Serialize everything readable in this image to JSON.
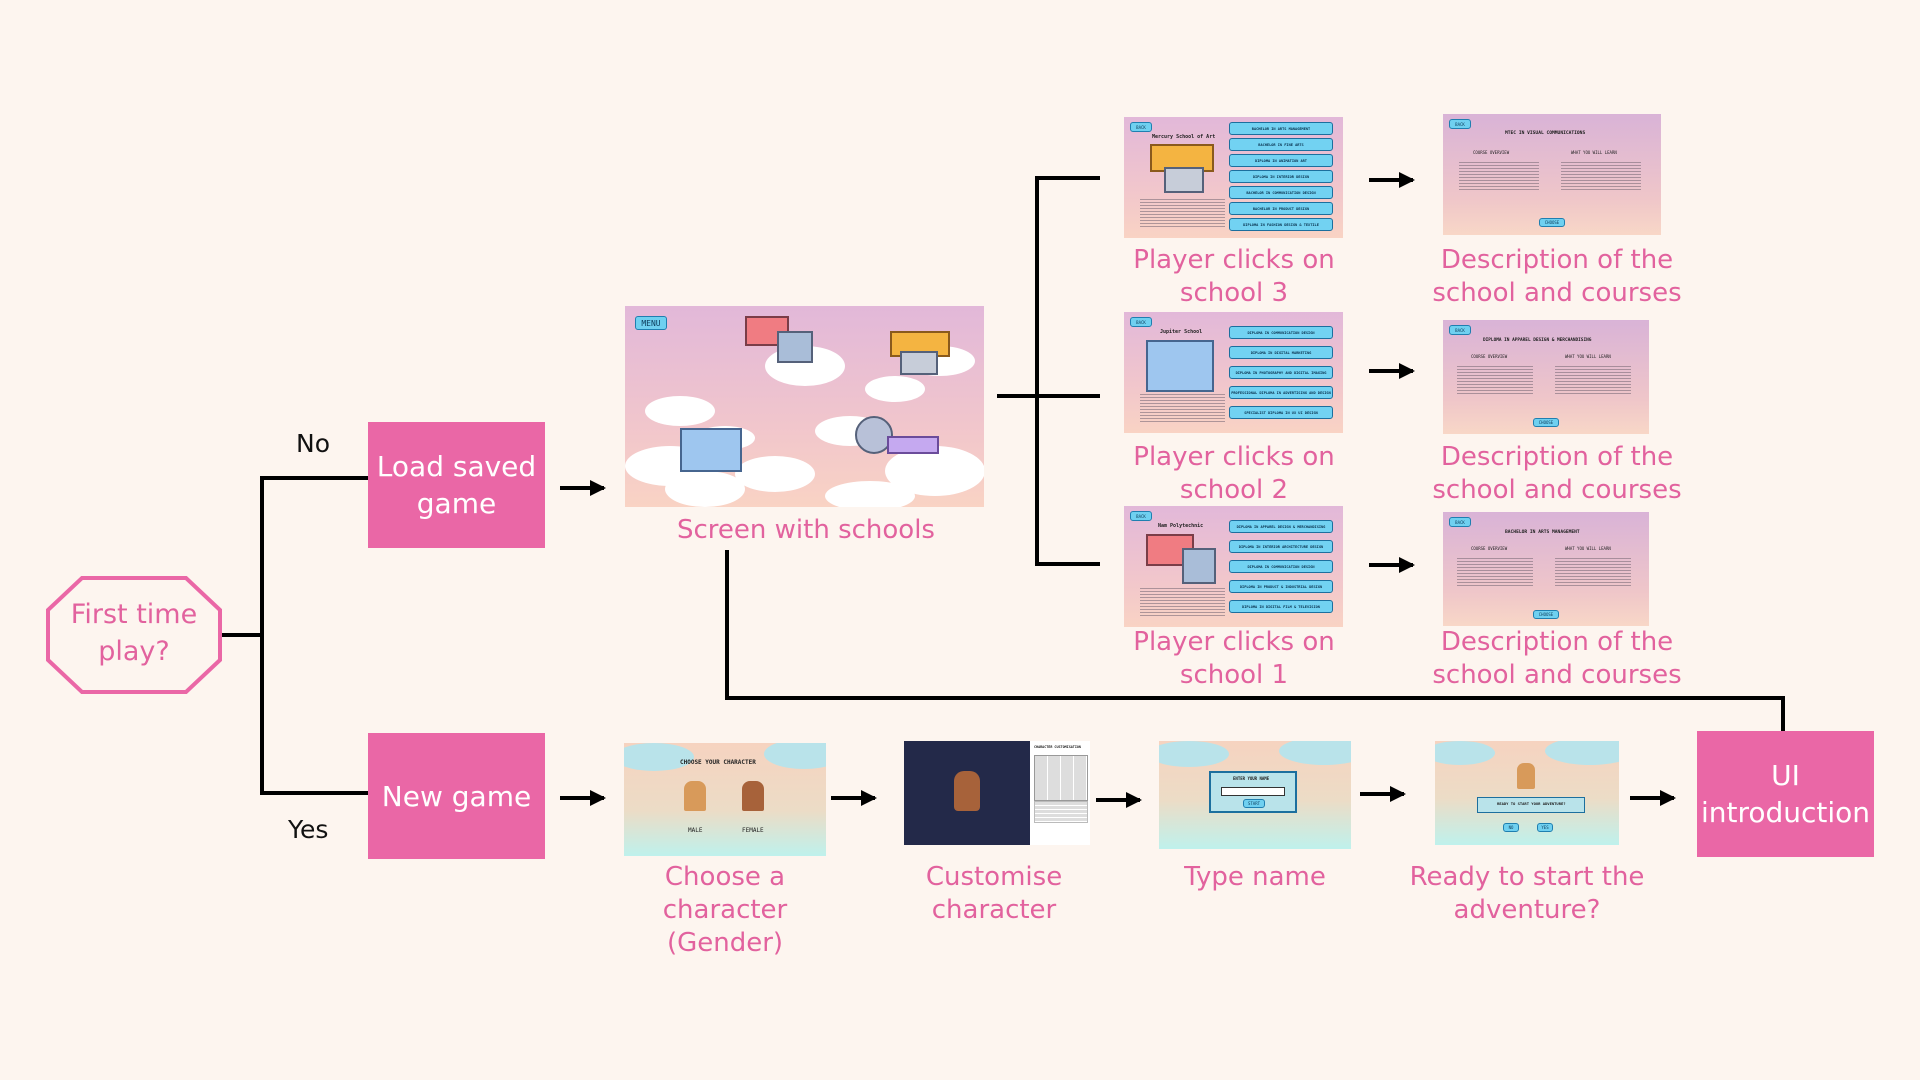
{
  "start": {
    "label": "First time play?"
  },
  "branches": {
    "no": "No",
    "yes": "Yes"
  },
  "process": {
    "load_saved": "Load saved game",
    "new_game": "New game",
    "ui_intro": "UI introduction"
  },
  "captions": {
    "schools_screen": "Screen with schools",
    "school3": "Player clicks on school 3",
    "school2": "Player clicks on school 2",
    "school1": "Player clicks on school 1",
    "desc3": "Description of the school and courses",
    "desc2": "Description of the school and courses",
    "desc1": "Description of the school and courses",
    "choose_char": "Choose a character (Gender)",
    "customise": "Customise character",
    "type_name": "Type name",
    "ready": "Ready to start the adventure?"
  },
  "screens": {
    "menu_btn": "MENU",
    "back": "BACK",
    "choose": "CHOOSE",
    "school3": {
      "name": "Mercury School of Art",
      "courses": [
        "BACHELOR IN ARTS MANAGEMENT",
        "BACHELOR IN FINE ARTS",
        "DIPLOMA IN ANIMATION ART",
        "DIPLOMA IN INTERIOR DESIGN",
        "BACHELOR IN COMMUNICATION DESIGN",
        "BACHELOR IN PRODUCT DESIGN",
        "DIPLOMA IN FASHION DESIGN & TEXTILE"
      ]
    },
    "school2": {
      "name": "Jupiter School",
      "courses": [
        "DIPLOMA IN COMMUNICATION DESIGN",
        "DIPLOMA IN DIGITAL MARKETING",
        "DIPLOMA IN PHOTOGRAPHY AND DIGITAL IMAGING",
        "PROFESSIONAL DIPLOMA IN ADVERTISING AND DESIGN",
        "SPECIALIST DIPLOMA IN UX UI DESIGN"
      ]
    },
    "school1": {
      "name": "Nam Polytechnic",
      "courses": [
        "DIPLOMA IN APPAREL DESIGN & MERCHANDISING",
        "DIPLOMA IN INTERIOR ARCHITECTURE DESIGN",
        "DIPLOMA IN COMMUNICATION DESIGN",
        "DIPLOMA IN PRODUCT & INDUSTRIAL DESIGN",
        "DIPLOMA IN DIGITAL FILM & TELEVISION"
      ]
    },
    "desc3_title": "MTEC IN VISUAL COMMUNICATIONS",
    "desc2_title": "DIPLOMA IN APPAREL DESIGN & MERCHANDISING",
    "desc1_title": "BACHELOR IN ARTS MANAGEMENT",
    "course_overview": "COURSE OVERVIEW",
    "what_learn": "WHAT YOU WILL LEARN",
    "choose_title": "CHOOSE YOUR CHARACTER",
    "male": "MALE",
    "female": "FEMALE",
    "customisation_title": "CHARACTER CUSTOMISATION",
    "enter_name": "ENTER YOUR NAME",
    "start": "START",
    "ready_q": "READY TO START YOUR ADVENTURE?",
    "no": "NO",
    "yes": "YES"
  },
  "colors": {
    "background": "#fdf5ef",
    "accent": "#ea67a6",
    "caption": "#e2629e",
    "line": "#000000"
  }
}
